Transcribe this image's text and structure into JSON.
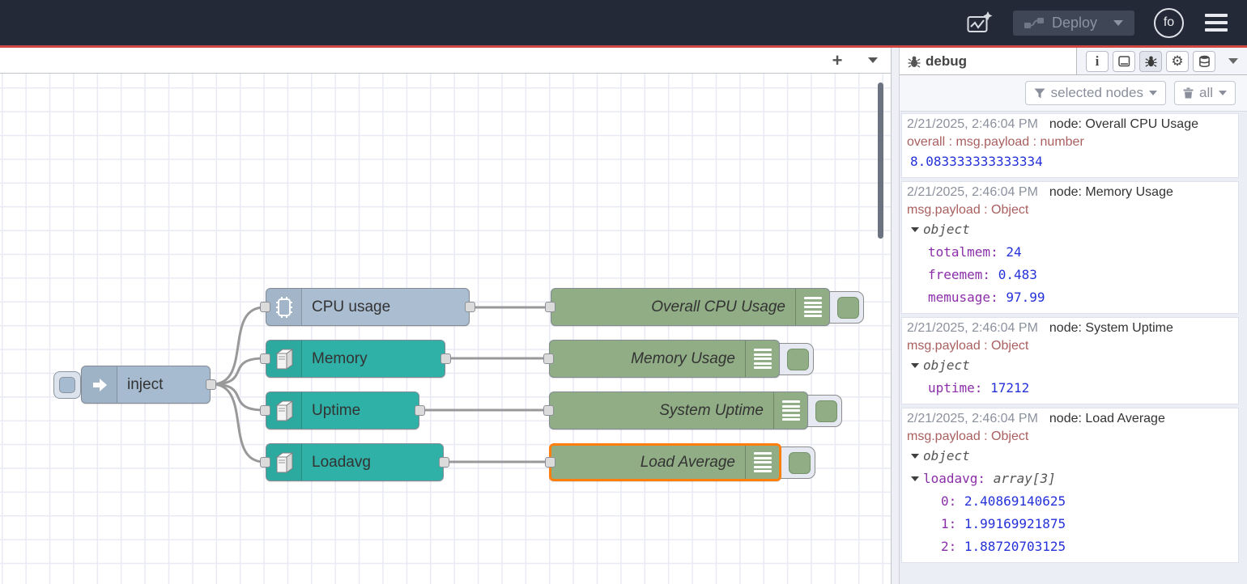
{
  "header": {
    "deploy_label": "Deploy",
    "avatar_label": "fo"
  },
  "workspace": {
    "add_flow_label": "+"
  },
  "flow": {
    "inject_label": "inject",
    "sources": [
      {
        "label": "CPU usage"
      },
      {
        "label": "Memory"
      },
      {
        "label": "Uptime"
      },
      {
        "label": "Loadavg"
      }
    ],
    "debugs": [
      {
        "label": "Overall CPU Usage"
      },
      {
        "label": "Memory Usage"
      },
      {
        "label": "System Uptime"
      },
      {
        "label": "Load Average"
      }
    ]
  },
  "sidebar": {
    "tab_label": "debug",
    "filter_label": "selected nodes",
    "clear_label": "all",
    "messages": [
      {
        "timestamp": "2/21/2025, 2:46:04 PM",
        "node_label": "node: Overall CPU Usage",
        "path": "overall : msg.payload : number",
        "value": "8.083333333333334"
      },
      {
        "timestamp": "2/21/2025, 2:46:04 PM",
        "node_label": "node: Memory Usage",
        "path": "msg.payload : Object",
        "root_type": "object",
        "props": [
          {
            "key": "totalmem:",
            "value": "24"
          },
          {
            "key": "freemem:",
            "value": "0.483"
          },
          {
            "key": "memusage:",
            "value": "97.99"
          }
        ]
      },
      {
        "timestamp": "2/21/2025, 2:46:04 PM",
        "node_label": "node: System Uptime",
        "path": "msg.payload : Object",
        "root_type": "object",
        "props": [
          {
            "key": "uptime:",
            "value": "17212"
          }
        ]
      },
      {
        "timestamp": "2/21/2025, 2:46:04 PM",
        "node_label": "node: Load Average",
        "path": "msg.payload : Object",
        "root_type": "object",
        "array_key": "loadavg:",
        "array_type": "array[3]",
        "props": [
          {
            "key": "0:",
            "value": "2.40869140625"
          },
          {
            "key": "1:",
            "value": "1.99169921875"
          },
          {
            "key": "2:",
            "value": "1.88720703125"
          }
        ]
      }
    ]
  },
  "colors": {
    "header_bg": "#232937",
    "alert_line": "#cf4742",
    "inject_node": "#a6bbcf",
    "os_node": "#2fb1a7",
    "debug_node": "#90ad85",
    "selection": "#ff7f0e",
    "json_key": "#8b2fa8",
    "json_value": "#2431d8",
    "msg_path": "#a95f5f",
    "wire": "#999999"
  }
}
